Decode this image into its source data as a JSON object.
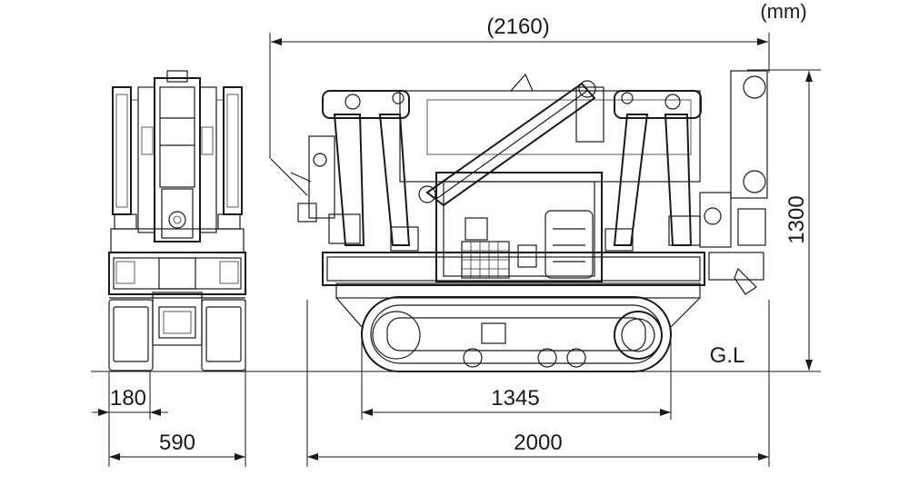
{
  "units": "(mm)",
  "dimensions": {
    "overall_length_extended": "(2160)",
    "overall_height": "1300",
    "ground_line": "G.L",
    "crawler_gauge_inner": "180",
    "overall_width": "590",
    "crawler_tumbler_distance": "1345",
    "overall_length": "2000"
  }
}
